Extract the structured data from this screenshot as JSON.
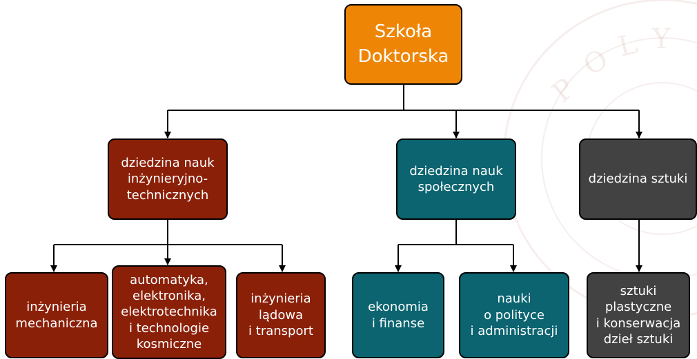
{
  "root": {
    "label": "Szkoła\nDoktorska",
    "color": "#EE8504"
  },
  "fields": [
    {
      "label": "dziedzina nauk\ninżynieryjno-\ntechnicznych",
      "color": "#8B2009",
      "disciplines": [
        {
          "label": "inżynieria\nmechaniczna"
        },
        {
          "label": "automatyka,\nelektronika,\nelektrotechnika\ni technologie\nkosmiczne"
        },
        {
          "label": "inżynieria\nlądowa\ni transport"
        }
      ]
    },
    {
      "label": "dziedzina nauk\nspołecznych",
      "color": "#0B6470",
      "disciplines": [
        {
          "label": "ekonomia\ni finanse"
        },
        {
          "label": "nauki\no polityce\ni administracji"
        }
      ]
    },
    {
      "label": "dziedzina sztuki",
      "color": "#424242",
      "disciplines": [
        {
          "label": "sztuki\nplastyczne\ni konserwacja\ndzieł sztuki"
        }
      ]
    }
  ]
}
